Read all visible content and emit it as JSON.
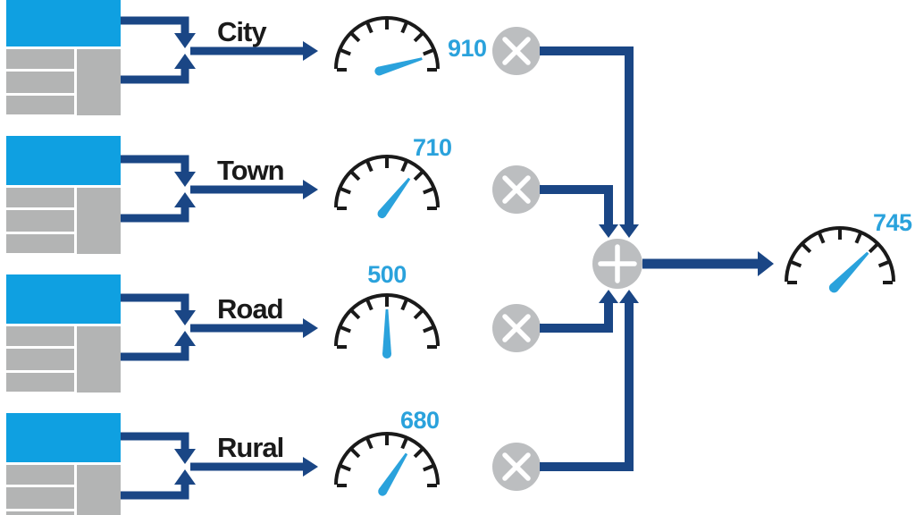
{
  "diagram": {
    "description": "Four regional data sources feed gauges whose readings are weighted (multiplied) and summed into one combined gauge reading",
    "scale": {
      "min": 0,
      "max": 1000
    },
    "rows": [
      {
        "label": "City",
        "value": 910
      },
      {
        "label": "Town",
        "value": 710
      },
      {
        "label": "Road",
        "value": 500
      },
      {
        "label": "Rural",
        "value": 680
      }
    ],
    "operators": {
      "multiply_symbol": "×",
      "add_symbol": "+"
    },
    "output": {
      "value": 745
    },
    "colors": {
      "accent_blue": "#0FA0E1",
      "needle_blue": "#2AA2DC",
      "navy": "#1A4685",
      "card_gray": "#B3B4B4",
      "circle_gray": "#BCBEC0",
      "ink": "#1A1A1A"
    }
  }
}
